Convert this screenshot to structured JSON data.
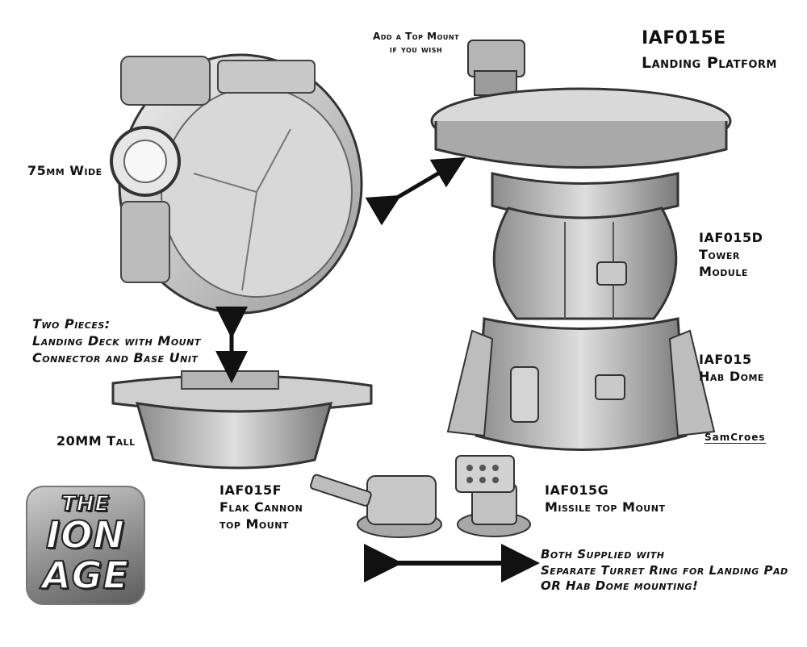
{
  "labels": {
    "top_mount_note": [
      "Add a Top Mount",
      "if you wish"
    ],
    "platform_code": "IAF015E",
    "platform_name": "Landing Platform",
    "width_note": "75mm Wide",
    "tower_code": "IAF015D",
    "tower_name": [
      "Tower",
      "Module"
    ],
    "hab_code": "IAF015",
    "hab_name": "Hab Dome",
    "two_pieces": [
      "Two Pieces:",
      "Landing Deck with Mount",
      "Connector and Base Unit"
    ],
    "height_note": "20MM Tall",
    "flak_code": "IAF015F",
    "flak_name": [
      "Flak Cannon",
      "top Mount"
    ],
    "missile_code": "IAF015G",
    "missile_name": "Missile top Mount",
    "supply_note": [
      "Both Supplied with",
      "Separate Turret Ring for Landing Pad",
      "OR Hab Dome mounting!"
    ],
    "signature": "SamCroes"
  },
  "logo": {
    "lines": [
      "THE",
      "ION",
      "AGE"
    ]
  }
}
